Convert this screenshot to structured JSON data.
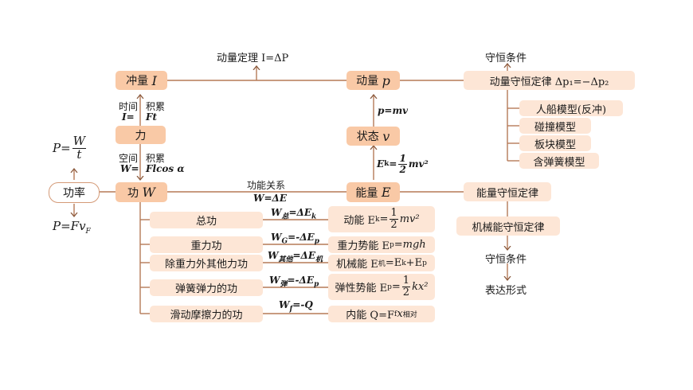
{
  "colors": {
    "line": "#b57a57",
    "box": "#fbd9c3",
    "box_strong": "#f9c9a6",
    "border": "#d49a77"
  },
  "top": {
    "momentum_theorem": "动量定理 I=ΔP",
    "conservation_conditions": "守恒条件"
  },
  "nodes": {
    "impulse": {
      "label": "冲量",
      "symbol": "I"
    },
    "momentum": {
      "label": "动量",
      "symbol": "p"
    },
    "conservation_momentum": "动量守恒定律 Δp₁=−Δp₂",
    "force": "力",
    "state": {
      "label": "状态",
      "symbol": "v"
    },
    "work": {
      "label": "功",
      "symbol": "W"
    },
    "energy": {
      "label": "能量",
      "symbol": "E"
    },
    "power": "功率",
    "conservation_energy": "能量守恒定律",
    "mech_conservation": "机械能守恒定律"
  },
  "momentum_models": [
    "人船模型(反冲)",
    "碰撞模型",
    "板块模型",
    "含弹簧模型"
  ],
  "edge_labels": {
    "time_accum_1": "时间",
    "time_accum_2": "积累",
    "time_I": "I=",
    "time_Ft": "Ft",
    "space_1": "空间",
    "space_2": "积累",
    "space_W": "W=",
    "space_F": "Flcos α",
    "p_mv": "p=mv",
    "ek_1": "E",
    "ek_sub": "k",
    "ek_eq": "=",
    "ek_num": "1",
    "ek_den": "2",
    "ek_tail": "mv²",
    "func_relation": "功能关系",
    "w_de": "W=ΔE"
  },
  "power_formulas": {
    "p_eq": "P=",
    "w": "W",
    "t": "t",
    "p2_a": "P=Fv",
    "p2_sub": "F"
  },
  "work_items": [
    {
      "label": "总功",
      "rel_main": "W",
      "rel_sub": "总",
      "rel_mid": "=ΔE",
      "rel_sub2": "k"
    },
    {
      "label": "重力功",
      "rel_main": "W",
      "rel_sub": "G",
      "rel_mid": "=-ΔE",
      "rel_sub2": "p"
    },
    {
      "label": "除重力外其他力功",
      "rel_main": "W",
      "rel_sub": "其他",
      "rel_mid": "=ΔE",
      "rel_sub2": "机"
    },
    {
      "label": "弹簧弹力的功",
      "rel_main": "W",
      "rel_sub": "弹",
      "rel_mid": "=-ΔE",
      "rel_sub2": "p"
    },
    {
      "label": "滑动摩擦力的功",
      "rel_main": "W",
      "rel_sub": "f",
      "rel_mid": "=-Q",
      "rel_sub2": ""
    }
  ],
  "energy_items": {
    "kinetic": {
      "a": "动能 E",
      "sub": "k",
      "eq": "=",
      "num": "1",
      "den": "2",
      "tail": "mv²"
    },
    "gravity_pe": {
      "a": "重力势能 E",
      "sub": "p",
      "tail": "=mgh"
    },
    "mechanical": {
      "a": "机械能 E",
      "sub": "机",
      "tail": "=E",
      "sub2": "k",
      "tail2": "+E",
      "sub3": "p"
    },
    "elastic_pe": {
      "a": "弹性势能 E",
      "sub": "p",
      "eq": "=",
      "num": "1",
      "den": "2",
      "tail": "kx²"
    },
    "internal": {
      "a": "内能 Q=F",
      "sub": "f",
      "tail": "x",
      "sub2": "相对"
    }
  },
  "right_bottom": {
    "conservation_conditions": "守恒条件",
    "expression_form": "表达形式"
  }
}
